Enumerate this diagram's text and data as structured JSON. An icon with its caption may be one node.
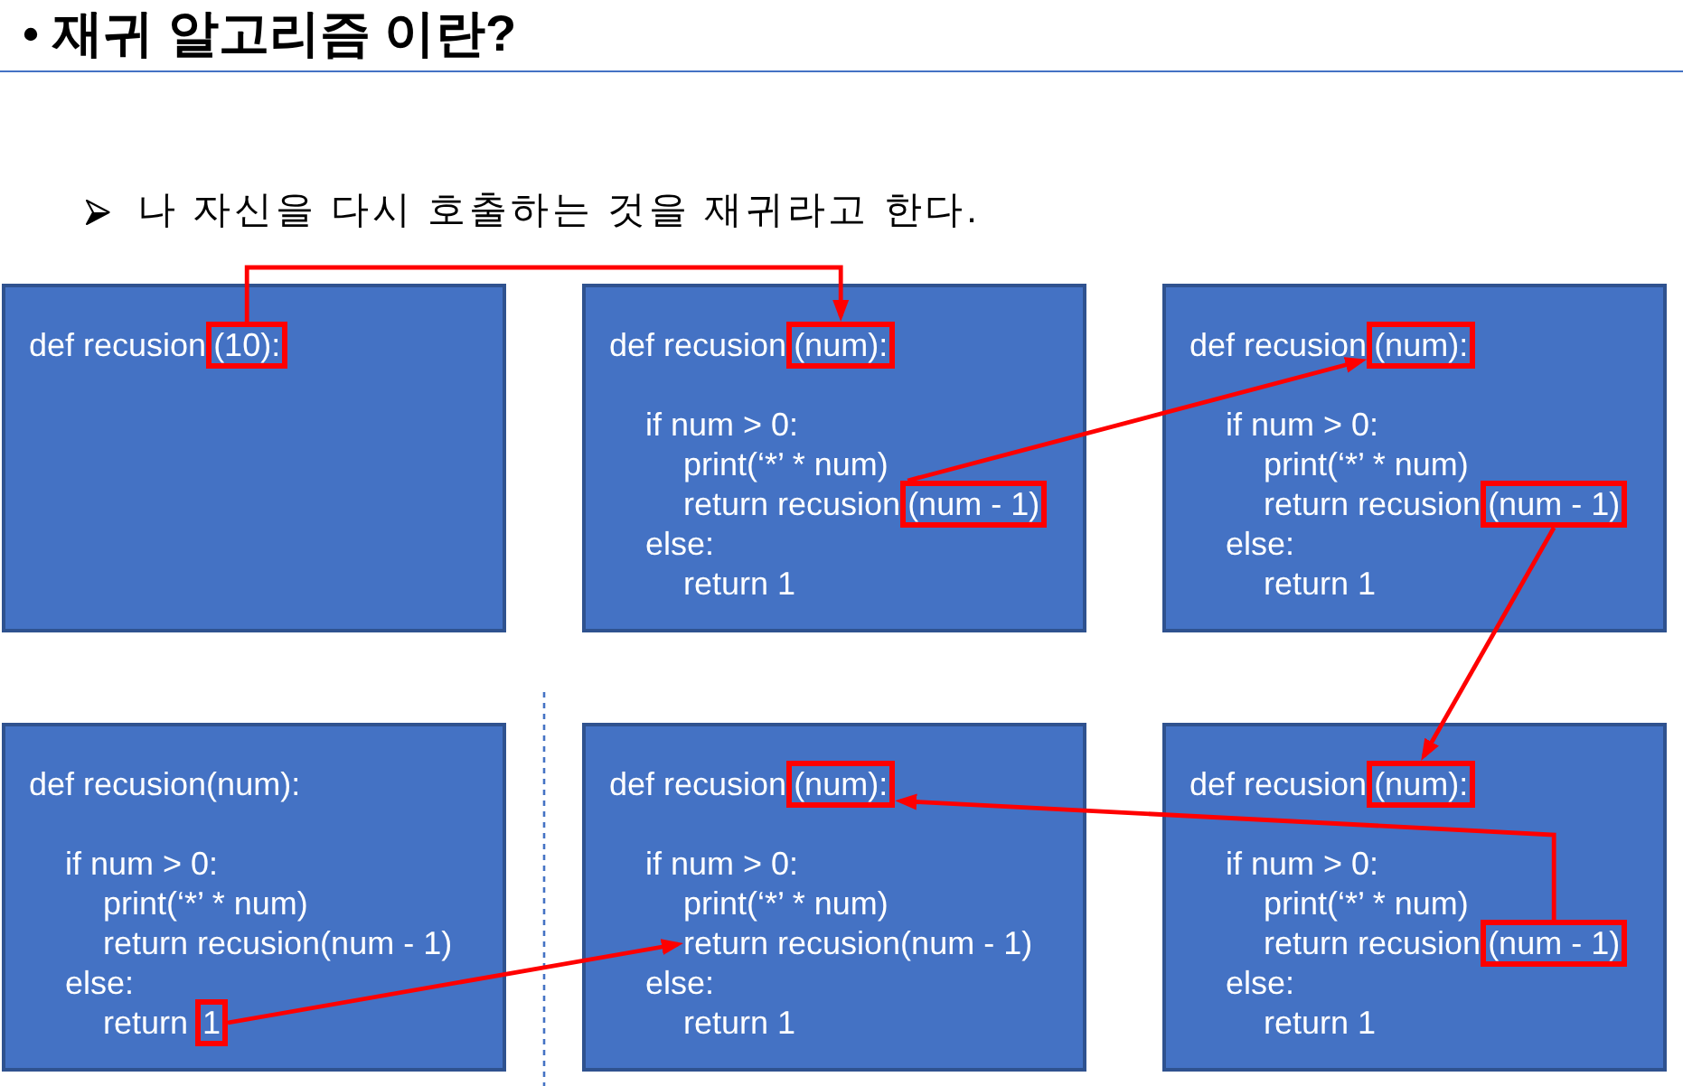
{
  "diagram": {
    "title": "재귀 알고리즘 이란?",
    "nodes": [
      {
        "text": [
          "def recusion"
        ]
      },
      {
        "text": [
          "(10):"
        ],
        "in": 0
      },
      {
        "text": [
          "def recusion",
          "if num > 0:",
          "print(‘*’ * num)",
          "return recusion",
          "else:",
          "return 1"
        ]
      },
      {
        "text": [
          "(num):"
        ],
        "in": 2
      },
      {
        "text": [
          "(num - 1)"
        ],
        "in": 2
      },
      {
        "text": [
          "def recusion",
          "if num > 0:",
          "print(‘*’ * num)",
          "return recusion",
          "else:",
          "return 1"
        ]
      },
      {
        "text": [
          "(num):"
        ],
        "in": 5
      },
      {
        "text": [
          "(num - 1)"
        ],
        "in": 5
      },
      {
        "text": [
          "def recusion(num):",
          "if num > 0:",
          "print(‘*’ * num)",
          "return recusion(num - 1)",
          "else:",
          "return"
        ]
      },
      {
        "text": [
          "1"
        ],
        "in": 8
      },
      {
        "text": [
          "def recusion",
          "if num > 0:",
          "print(‘*’ * num)",
          "else:",
          "return 1"
        ]
      },
      {
        "text": [
          "(num):"
        ],
        "in": 10
      },
      {
        "text": [
          "return recusion(num - 1)"
        ],
        "in": 10
      },
      {
        "text": [
          "def recusion",
          "if num > 0:",
          "print(‘*’ * num)",
          "return recusion",
          "else:",
          "return 1"
        ]
      },
      {
        "text": [
          "(num):"
        ],
        "in": 13
      },
      {
        "text": [
          "(num - 1)"
        ],
        "in": 13
      }
    ],
    "edges": [
      {
        "from": 1,
        "to": 3,
        "arrow": "to"
      },
      {
        "from": 4,
        "to": 6,
        "arrow": "to"
      },
      {
        "from": 7,
        "to": 14,
        "arrow": "to"
      },
      {
        "from": 15,
        "to": 11,
        "arrow": "to"
      },
      {
        "from": 9,
        "to": 12,
        "arrow": "to"
      }
    ],
    "labels": [
      "나 자신을 다시 호출하는 것을 재귀라고 한다."
    ]
  }
}
